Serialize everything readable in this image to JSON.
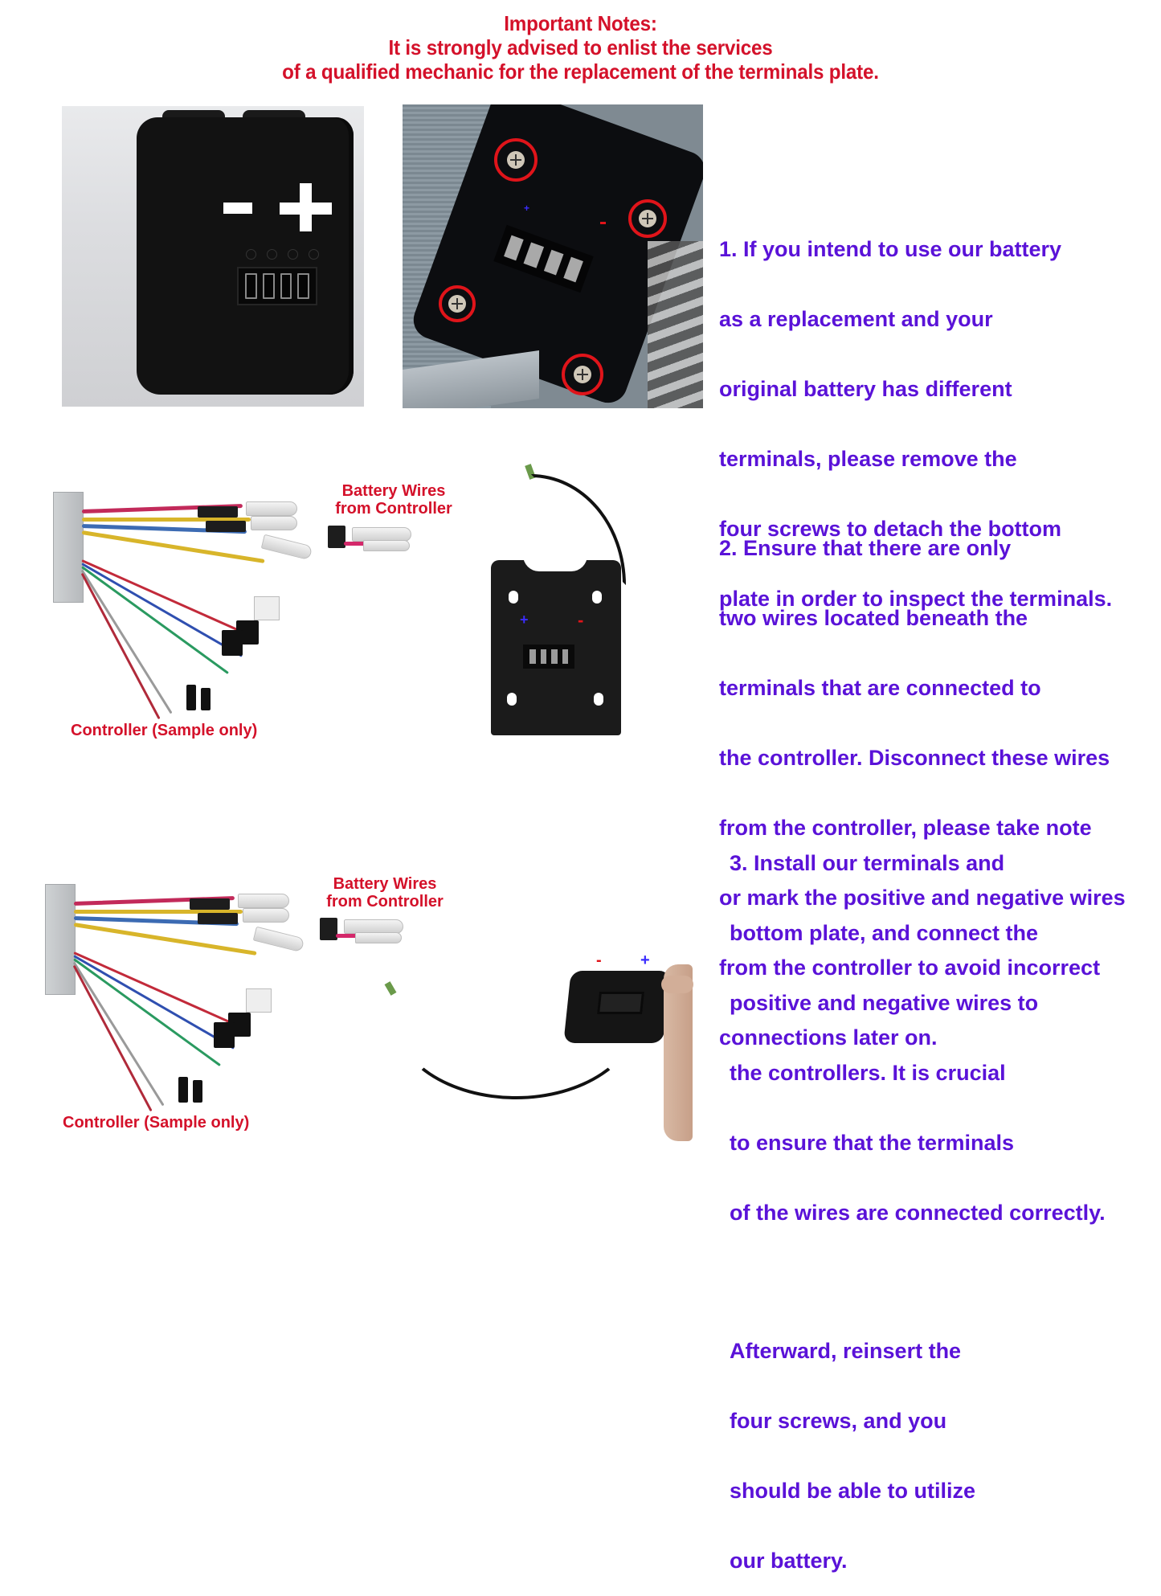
{
  "header": {
    "title": "Important Notes:",
    "line1": "It is strongly advised to enlist the services",
    "line2": "of a qualified mechanic for the replacement of the terminals plate."
  },
  "colors": {
    "notes_red": "#d4112a",
    "step_purple": "#5a12d8",
    "screw_circle_red": "#e0141a",
    "plus_blue": "#3a2cff"
  },
  "step1": {
    "lines": [
      "1. If you intend to use our battery",
      "as a replacement and your",
      "original battery has different",
      "terminals, please remove the",
      "four screws to detach the bottom",
      "plate in order to inspect the terminals."
    ],
    "photo_battery": {
      "minus_symbol": "-",
      "plus_symbol": "+"
    },
    "photo_screws": {
      "screw_count": 4,
      "plus_symbol": "+",
      "minus_symbol": "-"
    }
  },
  "step2": {
    "lines": [
      "2. Ensure that there are only",
      "two wires located beneath the",
      "terminals that are connected to",
      "the controller. Disconnect these wires",
      "from the controller, please take note",
      "or mark the positive and negative wires",
      "from the controller to avoid incorrect",
      "connections later on."
    ],
    "battery_wires_label": [
      "Battery Wires",
      "from Controller"
    ],
    "controller_label": "Controller (Sample only)",
    "plate_plus": "+",
    "plate_minus": "-"
  },
  "step3": {
    "lines": [
      "3. Install our terminals and",
      "bottom plate, and connect the",
      "positive and negative wires to",
      "the controllers. It is crucial",
      "to ensure that the terminals",
      "of the wires are connected correctly."
    ],
    "after_lines": [
      "Afterward, reinsert the",
      "four screws, and you",
      "should be able to utilize",
      "our battery."
    ],
    "battery_wires_label": [
      "Battery Wires",
      "from Controller"
    ],
    "controller_label": "Controller (Sample only)",
    "plate_minus": "-",
    "plate_plus": "+"
  }
}
